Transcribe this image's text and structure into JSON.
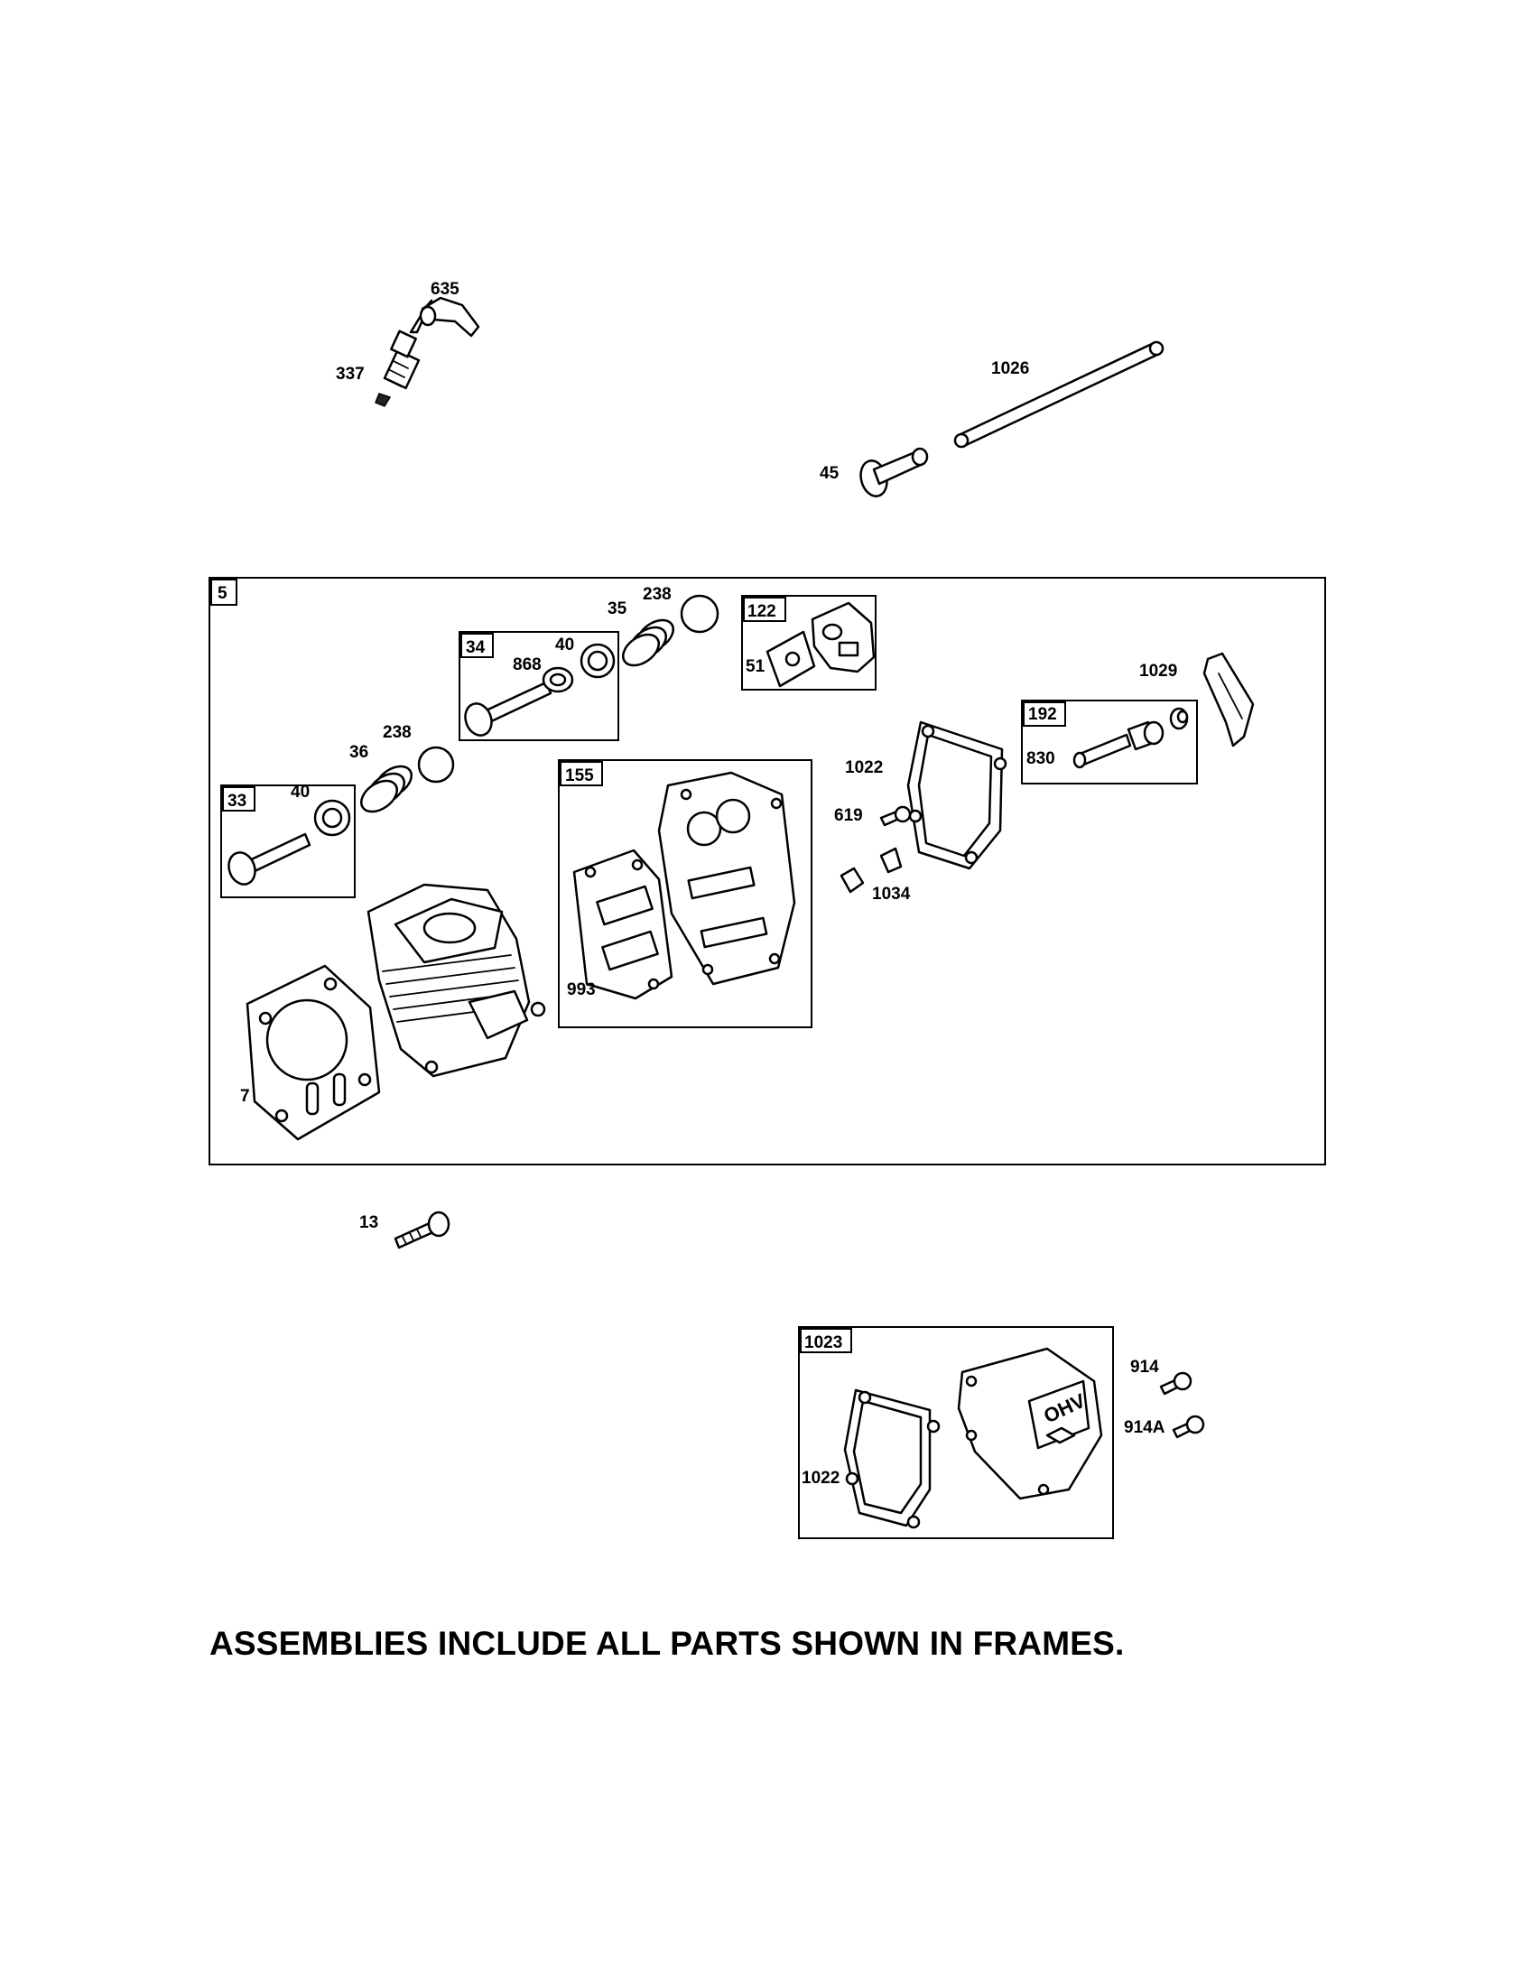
{
  "callouts": {
    "c635": "635",
    "c337": "337",
    "c1026": "1026",
    "c45": "45",
    "c5": "5",
    "c238a": "238",
    "c35": "35",
    "c122": "122",
    "c51": "51",
    "c34": "34",
    "c40a": "40",
    "c868": "868",
    "c1029": "1029",
    "c192": "192",
    "c830": "830",
    "c238b": "238",
    "c36": "36",
    "c1022a": "1022",
    "c155": "155",
    "c33": "33",
    "c40b": "40",
    "c619": "619",
    "c1034": "1034",
    "c993": "993",
    "c7": "7",
    "c13": "13",
    "c1023": "1023",
    "c914": "914",
    "c914a": "914A",
    "c1022b": "1022"
  },
  "cover_logo_text": "OHV",
  "footer_note": "ASSEMBLIES INCLUDE ALL PARTS SHOWN IN FRAMES."
}
